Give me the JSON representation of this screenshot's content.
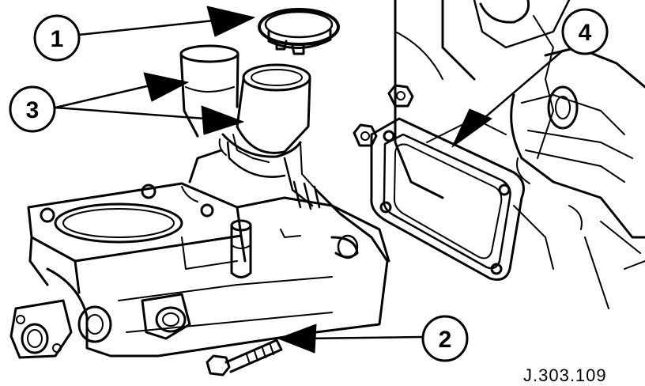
{
  "figure": {
    "reference_code": "J.303.109",
    "ink_color": "#000000",
    "paper_color": "#ffffff"
  },
  "callouts": [
    {
      "id": "1",
      "label": "1"
    },
    {
      "id": "2",
      "label": "2"
    },
    {
      "id": "3",
      "label": "3"
    },
    {
      "id": "4",
      "label": "4"
    }
  ],
  "parts": [
    {
      "id": "hose-clamp",
      "callout": "1"
    },
    {
      "id": "bolt",
      "callout": "2"
    },
    {
      "id": "outlet-pipes",
      "callout": "3"
    },
    {
      "id": "gasket",
      "callout": "4"
    }
  ]
}
